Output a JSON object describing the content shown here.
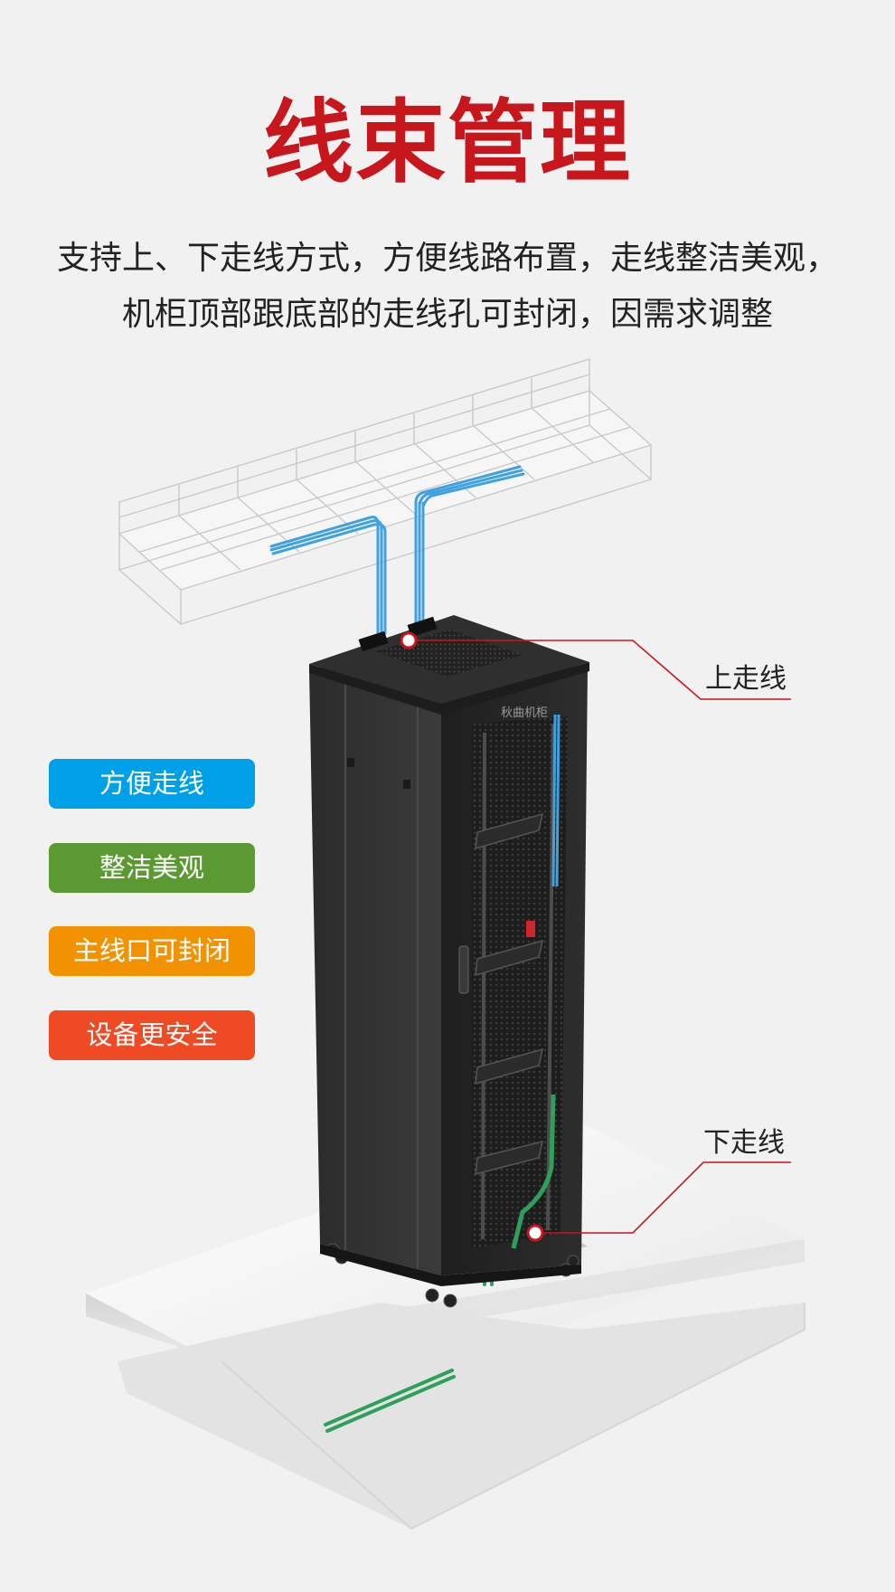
{
  "title": "线束管理",
  "description": {
    "line1": "支持上、下走线方式，方便线路布置，走线整洁美观，",
    "line2": "机柜顶部跟底部的走线孔可封闭，因需求调整"
  },
  "features": [
    {
      "label": "方便走线",
      "color": "#00a0e9"
    },
    {
      "label": "整洁美观",
      "color": "#5b9a33"
    },
    {
      "label": "主线口可封闭",
      "color": "#f39200"
    },
    {
      "label": "设备更安全",
      "color": "#f04a24"
    }
  ],
  "callouts": {
    "top": "上走线",
    "bottom": "下走线"
  },
  "cabinet_brand": "秋曲机柜",
  "colors": {
    "title": "#c8161d",
    "cable_top": "#3fa1e0",
    "cable_bottom": "#2ea05a",
    "callout_line": "#c8161d",
    "cabinet": "#2a2a2a"
  }
}
